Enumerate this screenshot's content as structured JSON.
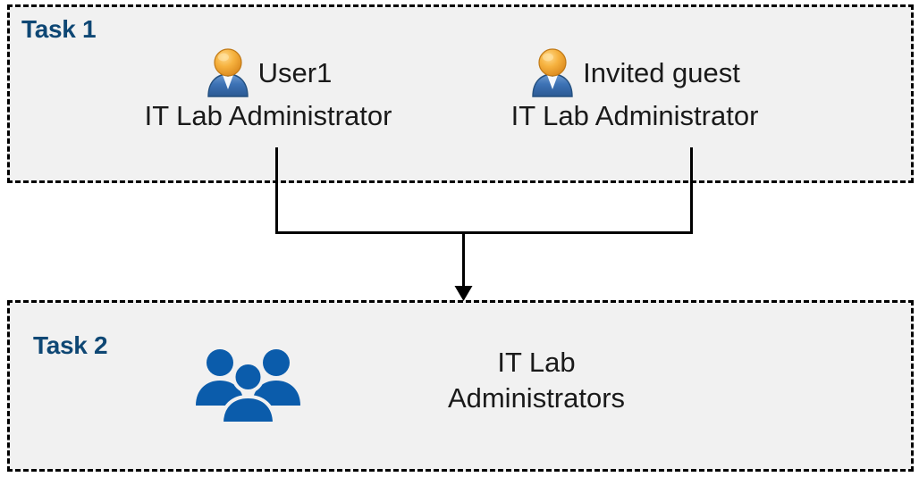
{
  "diagram": {
    "title": "Task 1 / Task 2 role assignment flow",
    "background": "#ffffff",
    "box_fill": "#f1f1f1",
    "border_color": "#000000",
    "heading_color": "#0e4774",
    "group_icon_color": "#0b5cab"
  },
  "task1": {
    "label": "Task 1",
    "people": [
      {
        "icon": "single-user-icon",
        "name": "User1",
        "role": "IT Lab Administrator"
      },
      {
        "icon": "single-user-icon",
        "name": "Invited guest",
        "role": "IT Lab Administrator"
      }
    ]
  },
  "task2": {
    "label": "Task 2",
    "group": {
      "icon": "user-group-icon",
      "name_line1": "IT Lab",
      "name_line2": "Administrators"
    }
  },
  "connector": {
    "type": "merge-arrow",
    "from": [
      "User1",
      "Invited guest"
    ],
    "to": "IT Lab Administrators",
    "color": "#000000"
  }
}
